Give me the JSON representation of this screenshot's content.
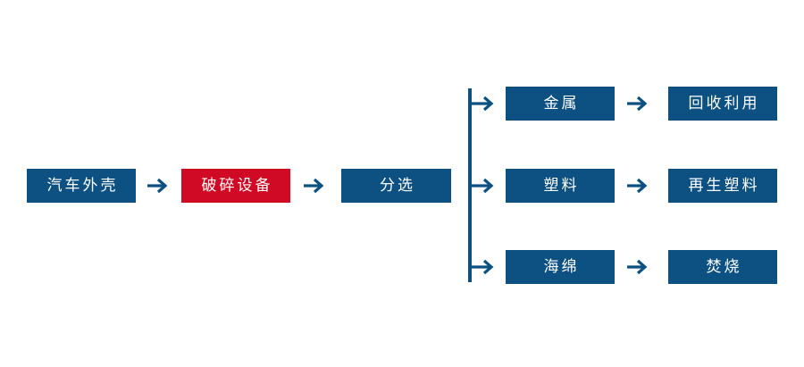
{
  "diagram": {
    "title": "",
    "background_color": "#ffffff",
    "colors": {
      "primary_blue": "#0d5183",
      "highlight_red": "#d00a24",
      "node_text": "#ffffff",
      "connector": "#0d5183"
    },
    "main_chain": [
      {
        "id": "car-shell",
        "label": "汽车外壳",
        "style": "blue"
      },
      {
        "id": "crusher",
        "label": "破碎设备",
        "style": "red"
      },
      {
        "id": "sorting",
        "label": "分选",
        "style": "blue"
      }
    ],
    "main_arrows": [
      {
        "id": "arrow-car-to-crusher",
        "glyph": "arrow-right-icon"
      },
      {
        "id": "arrow-crusher-to-sort",
        "glyph": "arrow-right-icon"
      }
    ],
    "split_connector": {
      "id": "sorting-split-bus",
      "glyph": "vertical-bus-line"
    },
    "branches": [
      {
        "id": "branch-metal",
        "entry_arrow": "arrow-right-icon",
        "material": {
          "id": "metal",
          "label": "金属",
          "style": "blue"
        },
        "mid_arrow": "arrow-right-icon",
        "outcome": {
          "id": "reuse",
          "label": "回收利用",
          "style": "blue"
        }
      },
      {
        "id": "branch-plastic",
        "entry_arrow": "arrow-right-icon",
        "material": {
          "id": "plastic",
          "label": "塑料",
          "style": "blue"
        },
        "mid_arrow": "arrow-right-icon",
        "outcome": {
          "id": "recycled-plastic",
          "label": "再生塑料",
          "style": "blue"
        }
      },
      {
        "id": "branch-sponge",
        "entry_arrow": "arrow-right-icon",
        "material": {
          "id": "sponge",
          "label": "海绵",
          "style": "blue"
        },
        "mid_arrow": "arrow-right-icon",
        "outcome": {
          "id": "incineration",
          "label": "焚烧",
          "style": "blue"
        }
      }
    ]
  }
}
